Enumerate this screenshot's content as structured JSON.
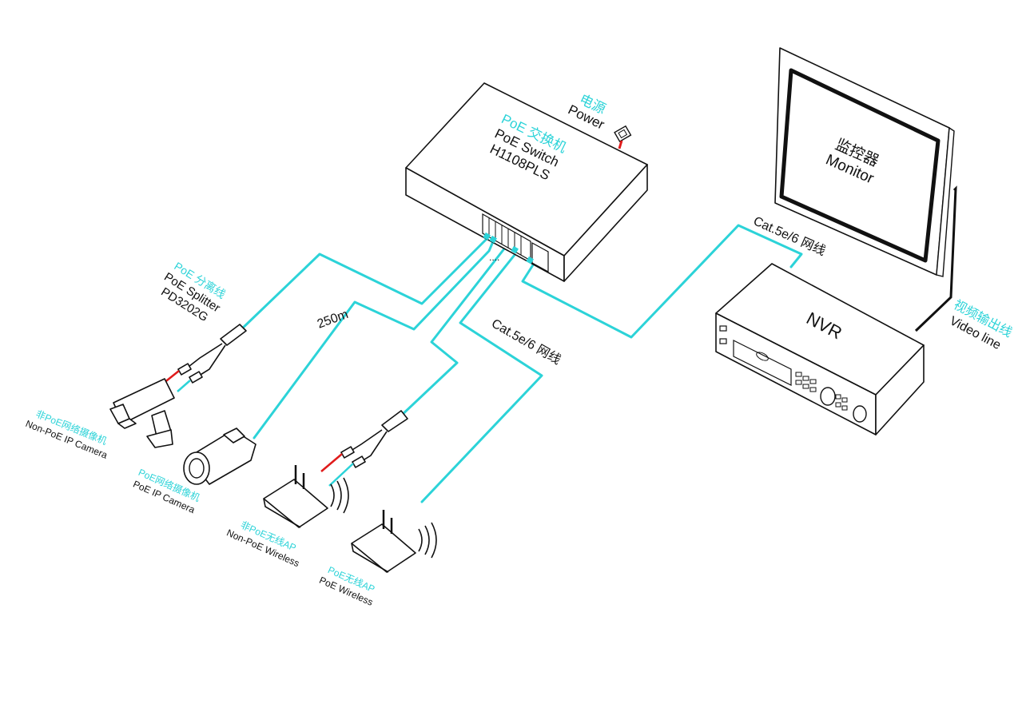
{
  "switch": {
    "cn": "PoE 交换机",
    "en": "PoE Switch",
    "model": "H1108PLS",
    "ports_ellipsis": "...."
  },
  "power": {
    "cn": "电源",
    "en": "Power"
  },
  "monitor": {
    "cn": "监控器",
    "en": "Monitor"
  },
  "nvr": {
    "label": "NVR"
  },
  "video_line": {
    "cn": "视频输出线",
    "en": "Video line"
  },
  "cable_right": {
    "label": "Cat.5e/6 网线"
  },
  "cable_center": {
    "label": "Cat.5e/6 网线"
  },
  "distance": {
    "label": "250m"
  },
  "splitter": {
    "cn": "PoE 分离线",
    "en": "PoE Splitter",
    "model": "PD3202G"
  },
  "non_poe_camera": {
    "cn": "非PoE网络摄像机",
    "en": "Non-PoE IP Camera"
  },
  "poe_camera": {
    "cn": "PoE网络摄像机",
    "en": "PoE IP Camera"
  },
  "non_poe_ap": {
    "cn": "非PoE无线AP",
    "en": "Non-PoE Wireless"
  },
  "poe_ap": {
    "cn": "PoE无线AP",
    "en": "PoE Wireless"
  },
  "colors": {
    "cable": "#2cd3d8",
    "power_wire": "#e01b1b",
    "line": "#111111"
  }
}
